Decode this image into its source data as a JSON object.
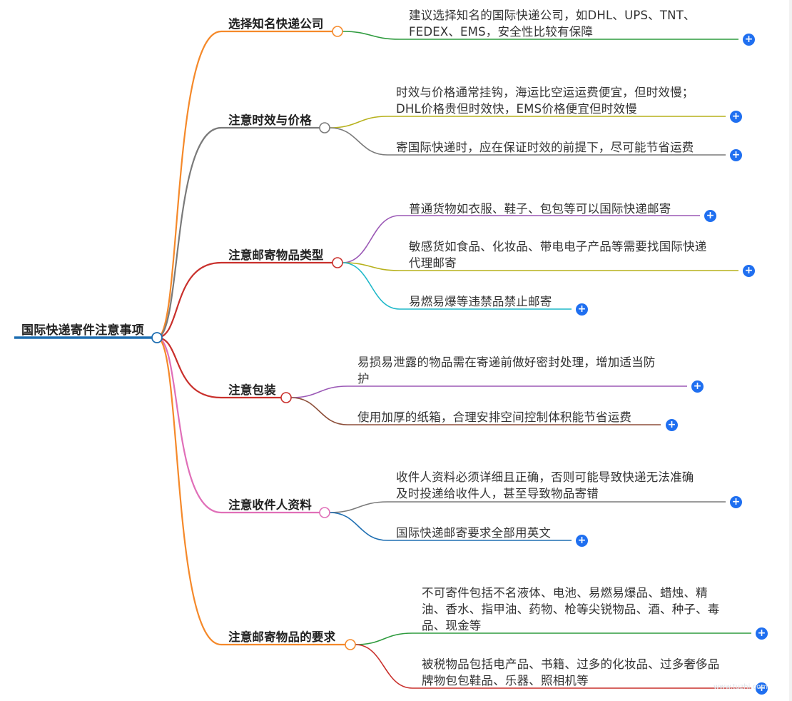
{
  "root": {
    "label": "国际快递寄件注意事项",
    "color": "#1f6fb2"
  },
  "branches": [
    {
      "id": "b1",
      "label": "选择知名快递公司",
      "color": "#f5892a",
      "leaves": [
        {
          "lines": [
            "建议选择知名的国际快递公司，如DHL、UPS、TNT、",
            "FEDEX、EMS，安全性比较有保障"
          ],
          "color": "#2e9b3e"
        }
      ]
    },
    {
      "id": "b2",
      "label": "注意时效与价格",
      "color": "#7a7a7a",
      "leaves": [
        {
          "lines": [
            "时效与价格通常挂钩，海运比空运运费便宜，但时效慢；",
            "DHL价格贵但时效快，EMS价格便宜但时效慢"
          ],
          "color": "#b7b11c"
        },
        {
          "lines": [
            "寄国际快递时，应在保证时效的前提下，尽可能节省运费"
          ],
          "color": "#7a7a7a"
        }
      ]
    },
    {
      "id": "b3",
      "label": "注意邮寄物品类型",
      "color": "#c9302c",
      "leaves": [
        {
          "lines": [
            "普通货物如衣服、鞋子、包包等可以国际快递邮寄"
          ],
          "color": "#9b59b6"
        },
        {
          "lines": [
            "敏感货如食品、化妆品、带电电子产品等需要找国际快递",
            "代理邮寄"
          ],
          "color": "#b7b11c"
        },
        {
          "lines": [
            "易燃易爆等违禁品禁止邮寄"
          ],
          "color": "#1fb8c9"
        }
      ]
    },
    {
      "id": "b4",
      "label": "注意包装",
      "color": "#c9302c",
      "leaves": [
        {
          "lines": [
            "易损易泄露的物品需在寄递前做好密封处理，增加适当防",
            "护"
          ],
          "color": "#9b59b6"
        },
        {
          "lines": [
            "使用加厚的纸箱，合理安排空间控制体积能节省运费"
          ],
          "color": "#8d4f3a"
        }
      ]
    },
    {
      "id": "b5",
      "label": "注意收件人资料",
      "color": "#e06fb8",
      "leaves": [
        {
          "lines": [
            "收件人资料必须详细且正确，否则可能导致快递无法准确",
            "及时投递给收件人，甚至导致物品寄错"
          ],
          "color": "#7a7a7a"
        },
        {
          "lines": [
            "国际快递邮寄要求全部用英文"
          ],
          "color": "#1f6fb2"
        }
      ]
    },
    {
      "id": "b6",
      "label": "注意邮寄物品的要求",
      "color": "#f5892a",
      "leaves": [
        {
          "lines": [
            "不可寄件包括不名液体、电池、易燃易爆品、蜡烛、精",
            "油、香水、指甲油、药物、枪等尖锐物品、酒、种子、毒",
            "品、现金等"
          ],
          "color": "#2e9b3e"
        },
        {
          "lines": [
            "被税物品包括电产品、书籍、过多的化妆品、过多奢侈品",
            "牌物包包鞋品、乐器、照相机等"
          ],
          "color": "#c9302c"
        }
      ]
    }
  ],
  "expand_glyph": "+",
  "watermark": "www.tuzhi.com"
}
